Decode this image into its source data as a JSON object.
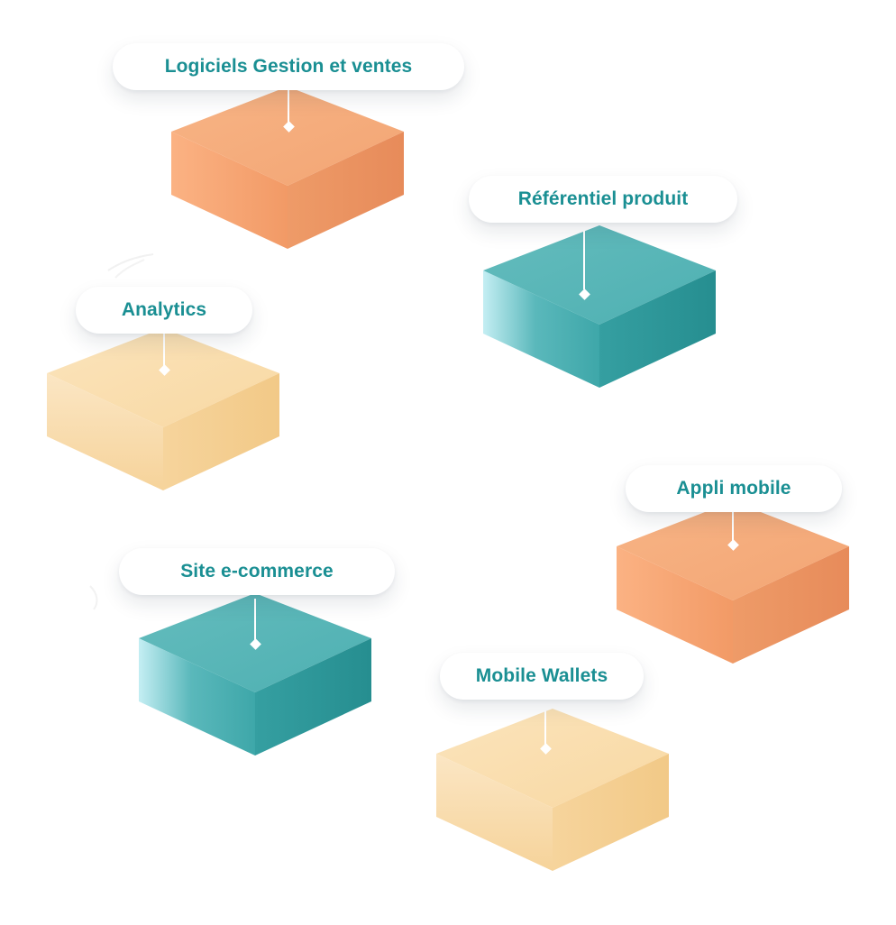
{
  "palette": {
    "orange": "#f0a06e",
    "teal": "#3fa6a8",
    "sand": "#f4d29a",
    "label_text": "#1a8f93"
  },
  "nodes": [
    {
      "id": "logiciels",
      "label": "Logiciels Gestion et ventes",
      "color": "orange"
    },
    {
      "id": "referentiel",
      "label": "Référentiel produit",
      "color": "teal"
    },
    {
      "id": "analytics",
      "label": "Analytics",
      "color": "sand"
    },
    {
      "id": "appli",
      "label": "Appli mobile",
      "color": "orange"
    },
    {
      "id": "site",
      "label": "Site e-commerce",
      "color": "teal"
    },
    {
      "id": "wallets",
      "label": "Mobile Wallets",
      "color": "sand"
    }
  ]
}
